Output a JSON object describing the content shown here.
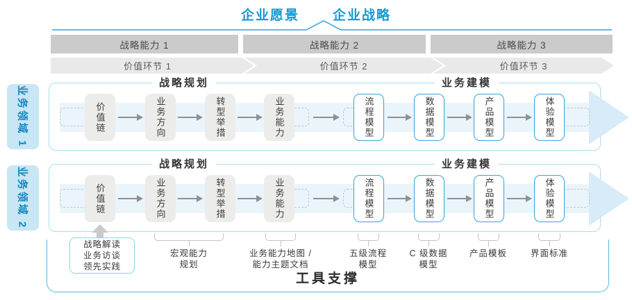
{
  "title": {
    "vision": "企业愿景",
    "strategy": "企业战略"
  },
  "capability_bars": {
    "items": [
      "战略能力 1",
      "战略能力 2",
      "战略能力 3"
    ]
  },
  "value_bars": {
    "items": [
      "价值环节 1",
      "价值环节 2",
      "价值环节 3"
    ]
  },
  "domains": {
    "items": [
      "业务领域 1",
      "业务领域 2"
    ]
  },
  "sections": {
    "planning": "战略规划",
    "modeling": "业务建模"
  },
  "boxes": {
    "gray": [
      "价值链",
      "业务方向",
      "转型举措",
      "业务能力"
    ],
    "blue": [
      "流程模型",
      "数据模型",
      "产品模型",
      "体验模型"
    ]
  },
  "annotations": {
    "practice_box": "战略解读\n业务访谈\n领先实践",
    "macro_capability": "宏观能力\n规划",
    "capability_map": "业务能力地图 /\n能力主题文档",
    "process_model": "五级流程\n模型",
    "data_model": "C 级数据\n模型",
    "product_template": "产品模板",
    "ui_standard": "界面标准"
  },
  "footer": {
    "label": "工具支撑"
  },
  "icons": {
    "flow_arrow": "right-arrow",
    "feed_arrow": "up-arrow",
    "vision_connector": "peaked-line"
  },
  "colors": {
    "accent_blue": "#1598d5",
    "domain_text": "#1286c2",
    "domain_fill": "#c8e6f4",
    "bar_gray": "#cbcbcb",
    "chevron_gray": "#e9e9e9",
    "row_border": "#a9dbee",
    "blue_box_border": "#2ca5d9",
    "arrow_body": "#eaf4fb",
    "arrow_head": "#d7ebf8",
    "footer_border": "#53b9e2"
  }
}
